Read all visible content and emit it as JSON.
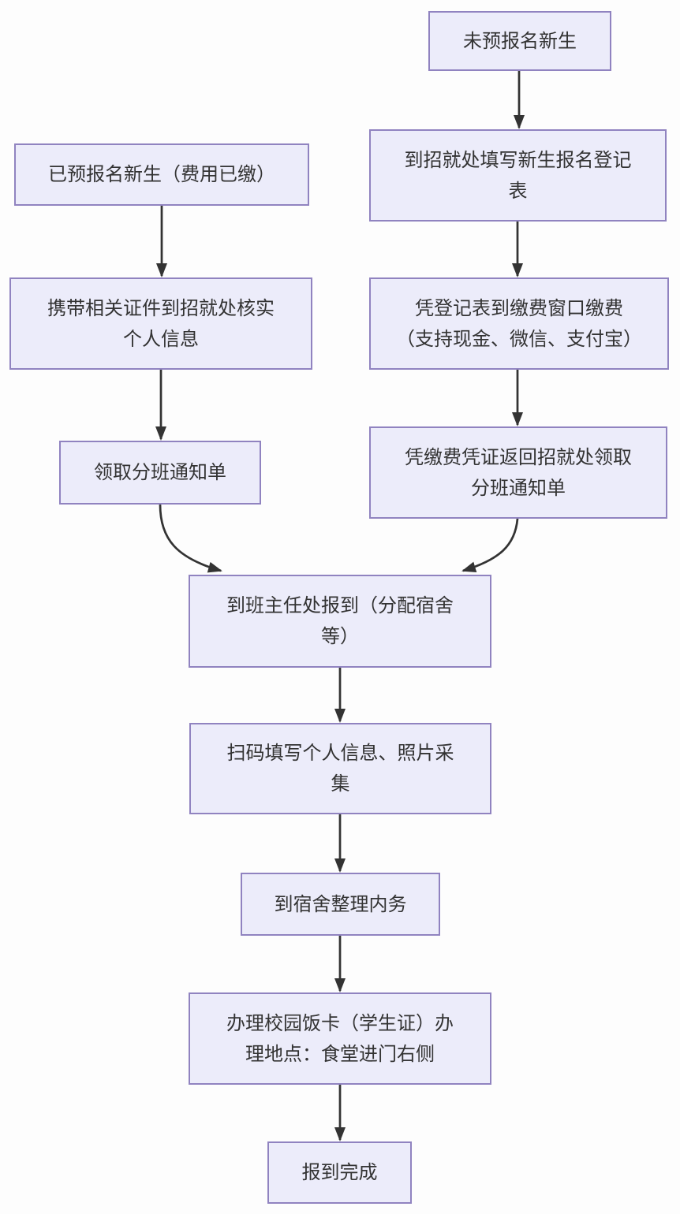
{
  "diagram": {
    "type": "flowchart",
    "direction": "top-down",
    "colors": {
      "background": "#fdfdfd",
      "node_fill": "#ececfa",
      "node_border": "#9083c0",
      "node_text": "#333333",
      "arrow": "#333333"
    },
    "nodes": [
      {
        "id": "n1",
        "label": "未预报名新生"
      },
      {
        "id": "n2",
        "label": "已预报名新生（费用已缴）"
      },
      {
        "id": "n3",
        "label": "到招就处填写新生报名登记\n表"
      },
      {
        "id": "n4",
        "label": "携带相关证件到招就处核实\n个人信息"
      },
      {
        "id": "n5",
        "label": "凭登记表到缴费窗口缴费\n（支持现金、微信、支付宝）"
      },
      {
        "id": "n6",
        "label": "领取分班通知单"
      },
      {
        "id": "n7",
        "label": "凭缴费凭证返回招就处领取\n分班通知单"
      },
      {
        "id": "n8",
        "label": "到班主任处报到（分配宿舍\n等）"
      },
      {
        "id": "n9",
        "label": "扫码填写个人信息、照片采\n集"
      },
      {
        "id": "n10",
        "label": "到宿舍整理内务"
      },
      {
        "id": "n11",
        "label": "办理校园饭卡（学生证）办\n理地点：食堂进门右侧"
      },
      {
        "id": "n12",
        "label": "报到完成"
      }
    ],
    "edges": [
      {
        "from": "n1",
        "to": "n3"
      },
      {
        "from": "n2",
        "to": "n4"
      },
      {
        "from": "n3",
        "to": "n5"
      },
      {
        "from": "n4",
        "to": "n6"
      },
      {
        "from": "n5",
        "to": "n7"
      },
      {
        "from": "n6",
        "to": "n8"
      },
      {
        "from": "n7",
        "to": "n8"
      },
      {
        "from": "n8",
        "to": "n9"
      },
      {
        "from": "n9",
        "to": "n10"
      },
      {
        "from": "n10",
        "to": "n11"
      },
      {
        "from": "n11",
        "to": "n12"
      }
    ]
  }
}
